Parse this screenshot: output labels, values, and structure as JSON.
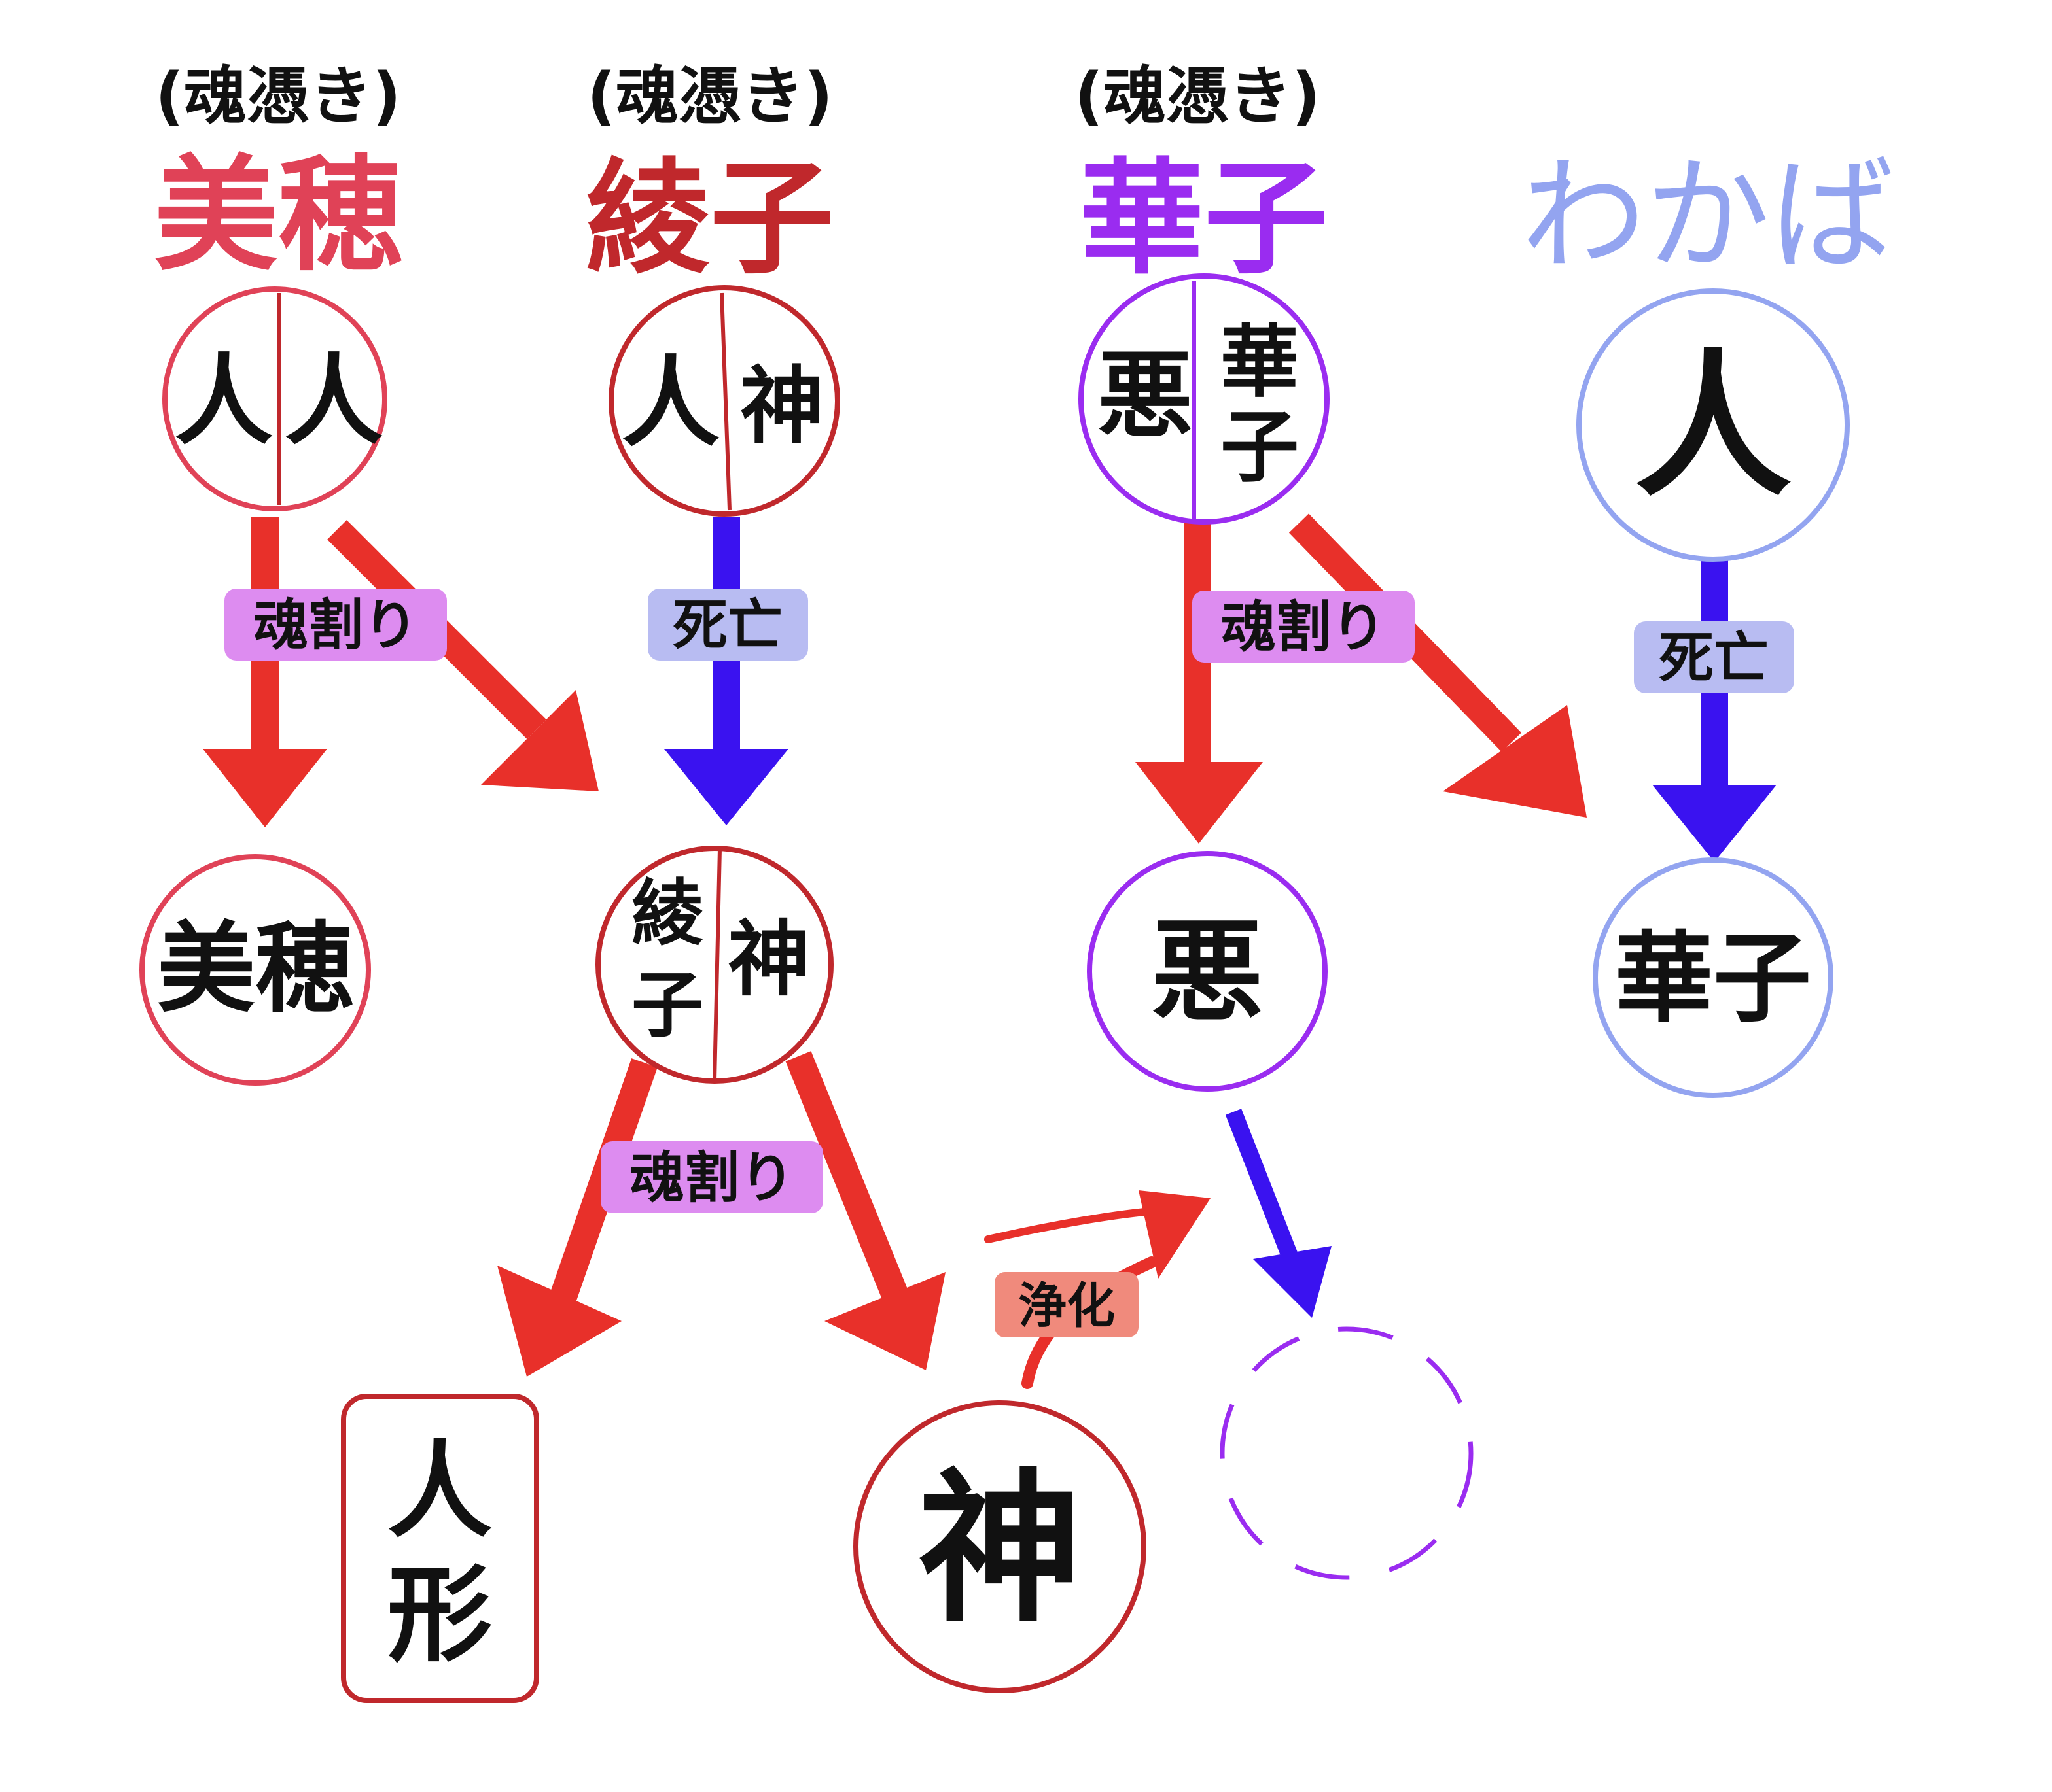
{
  "colors": {
    "miho": "#e04257",
    "ayako": "#c0282c",
    "hanako": "#9a2cf0",
    "wakaba": "#93a4f0",
    "arrow_red": "#e8302a",
    "arrow_blue": "#3a12f0",
    "label_soul_split": "#dd8cf0",
    "label_death": "#b8bcf2",
    "label_purify": "#f08a7c"
  },
  "columns": [
    {
      "id": "miho",
      "subtitle": "(魂憑き)",
      "name": "美穂"
    },
    {
      "id": "ayako",
      "subtitle": "(魂憑き)",
      "name": "綾子"
    },
    {
      "id": "hanako",
      "subtitle": "(魂憑き)",
      "name": "華子"
    },
    {
      "id": "wakaba",
      "subtitle": "",
      "name": "わかば"
    }
  ],
  "nodes": {
    "miho_top": {
      "left": "人",
      "right": "人"
    },
    "ayako_top": {
      "left": "人",
      "right": "神"
    },
    "hanako_top": {
      "left": "悪",
      "right_top": "華",
      "right_bottom": "子"
    },
    "wakaba_top": {
      "text": "人"
    },
    "miho_mid": {
      "text": "美穂"
    },
    "ayako_mid": {
      "left_top": "綾",
      "left_bottom": "子",
      "right": "神"
    },
    "hanako_mid": {
      "text": "悪"
    },
    "wakaba_mid": {
      "text": "華子"
    },
    "doll": {
      "top": "人",
      "bottom": "形"
    },
    "god": {
      "text": "神"
    }
  },
  "labels": {
    "soul_split_1": "魂割り",
    "death_1": "死亡",
    "soul_split_2": "魂割り",
    "death_2": "死亡",
    "soul_split_3": "魂割り",
    "purify": "浄化"
  }
}
